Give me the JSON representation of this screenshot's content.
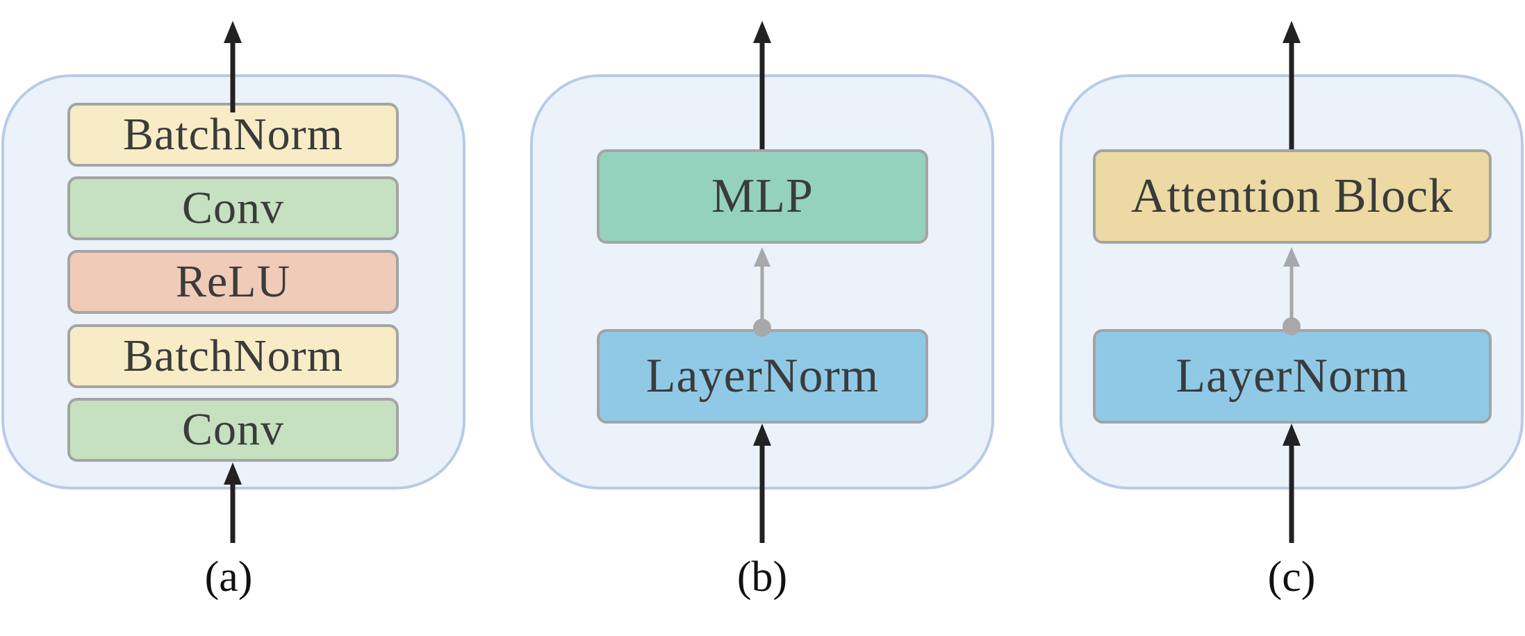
{
  "diagrams": [
    {
      "blocks": [
        {
          "label": "BatchNorm",
          "color": "#f7ecc5"
        },
        {
          "label": "Conv",
          "color": "#c5e1c0"
        },
        {
          "label": "ReLU",
          "color": "#efcbb8"
        },
        {
          "label": "BatchNorm",
          "color": "#f7ecc5"
        },
        {
          "label": "Conv",
          "color": "#c5e1c0"
        }
      ],
      "caption": "(a)"
    },
    {
      "blocks": [
        {
          "label": "MLP",
          "color": "#95d2bd"
        },
        {
          "label": "LayerNorm",
          "color": "#90c9e6"
        }
      ],
      "caption": "(b)"
    },
    {
      "blocks": [
        {
          "label": "Attention Block",
          "color": "#ecd9a3"
        },
        {
          "label": "LayerNorm",
          "color": "#90c9e6"
        }
      ],
      "caption": "(c)"
    }
  ],
  "colors": {
    "panel_fill": "#ecf2fa",
    "panel_border": "#b7cbe7",
    "block_border": "#a4a4a4",
    "main_arrow": "#222222",
    "residual_arrow": "#a8a8a8"
  }
}
